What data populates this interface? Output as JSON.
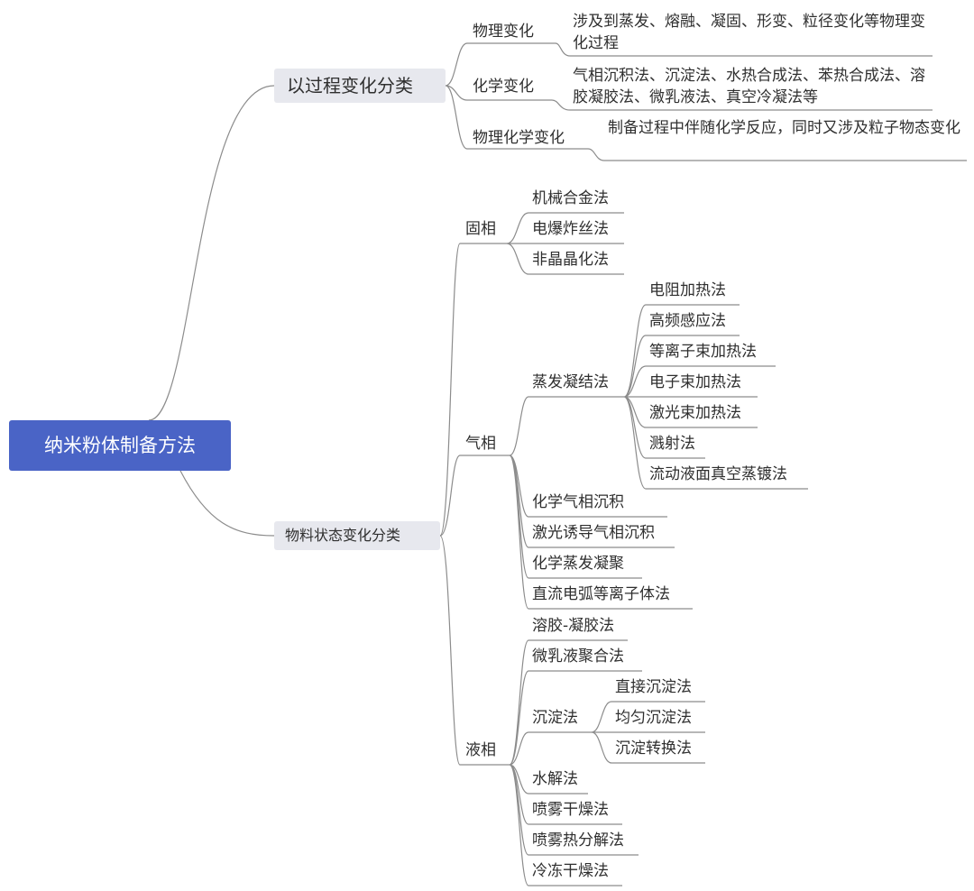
{
  "root": "纳米粉体制备方法",
  "process": {
    "label": "以过程变化分类",
    "physical": {
      "label": "物理变化",
      "desc": "涉及到蒸发、熔融、凝固、形变、粒径变化等物理变化过程"
    },
    "chemical": {
      "label": "化学变化",
      "desc": "气相沉积法、沉淀法、水热合成法、苯热合成法、溶胶凝胶法、微乳液法、真空冷凝法等"
    },
    "physchem": {
      "label": "物理化学变化",
      "desc": "制备过程中伴随化学反应，同时又涉及粒子物态变化"
    }
  },
  "state": {
    "label": "物料状态变化分类",
    "solid": {
      "label": "固相",
      "items": [
        "机械合金法",
        "电爆炸丝法",
        "非晶晶化法"
      ]
    },
    "gas": {
      "label": "气相",
      "evap": {
        "label": "蒸发凝结法",
        "items": [
          "电阻加热法",
          "高频感应法",
          "等离子束加热法",
          "电子束加热法",
          "激光束加热法",
          "溅射法",
          "流动液面真空蒸镀法"
        ]
      },
      "items": [
        "化学气相沉积",
        "激光诱导气相沉积",
        "化学蒸发凝聚",
        "直流电弧等离子体法"
      ]
    },
    "liquid": {
      "label": "液相",
      "items_top": [
        "溶胶-凝胶法",
        "微乳液聚合法"
      ],
      "precip": {
        "label": "沉淀法",
        "items": [
          "直接沉淀法",
          "均匀沉淀法",
          "沉淀转换法"
        ]
      },
      "items_bottom": [
        "水解法",
        "喷雾干燥法",
        "喷雾热分解法",
        "冷冻干燥法"
      ]
    }
  },
  "colors": {
    "root_bg": "#4a64c6",
    "pill_bg": "#e7e8ee",
    "line": "#8c8c8c",
    "text": "#2f2f2f"
  }
}
